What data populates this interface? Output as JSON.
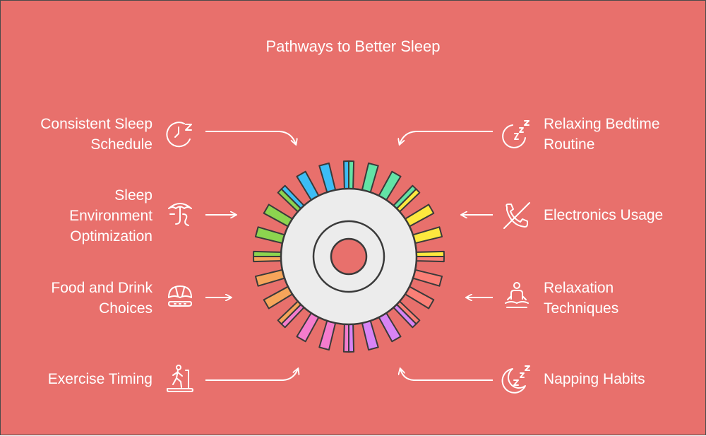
{
  "title": "Pathways to Better Sleep",
  "colors": {
    "background": "#e8706c",
    "foreground": "#ffffff",
    "outline": "#3a3a3a",
    "hub": "#ececec",
    "segments": [
      "#3cbdf5",
      "#63e3a6",
      "#fde83e",
      "#fa7f76",
      "#d884f5",
      "#f47ccd",
      "#f6a55a",
      "#8cd44f"
    ]
  },
  "items": {
    "consistent_sleep_schedule": {
      "label_line1": "Consistent Sleep",
      "label_line2": "Schedule",
      "icon": "clock-sleep-icon"
    },
    "sleep_environment_optimization": {
      "label_line1": "Sleep",
      "label_line2": "Environment",
      "label_line3": "Optimization",
      "icon": "umbrella-environment-icon"
    },
    "food_and_drink_choices": {
      "label_line1": "Food and Drink",
      "label_line2": "Choices",
      "icon": "croissant-icon"
    },
    "exercise_timing": {
      "label_line1": "Exercise Timing",
      "icon": "treadmill-icon"
    },
    "relaxing_bedtime_routine": {
      "label_line1": "Relaxing Bedtime",
      "label_line2": "Routine",
      "icon": "sleep-routine-icon"
    },
    "electronics_usage": {
      "label_line1": "Electronics Usage",
      "icon": "no-phone-icon"
    },
    "relaxation_techniques": {
      "label_line1": "Relaxation",
      "label_line2": "Techniques",
      "icon": "meditation-icon"
    },
    "napping_habits": {
      "label_line1": "Napping Habits",
      "icon": "moon-zzz-icon"
    }
  }
}
